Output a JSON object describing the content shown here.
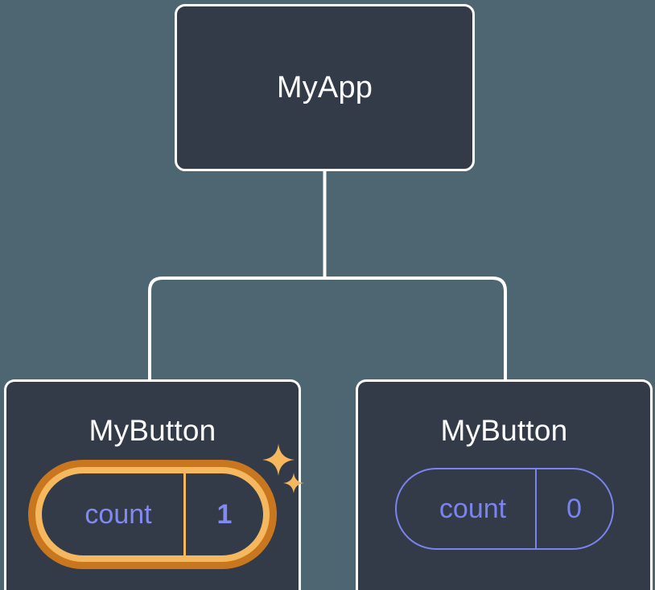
{
  "diagram": {
    "type": "component-tree",
    "background_color": "#4d6672",
    "node_fill_color": "#333b49",
    "node_border_color": "#ffffff",
    "connector_color": "#ffffff",
    "state_color": "#7b83ee",
    "highlight_outer_color": "#c8771f",
    "highlight_inner_color": "#f6b85f",
    "root": {
      "title": "MyApp"
    },
    "children": [
      {
        "title": "MyButton",
        "state_key": "count",
        "state_value": "1",
        "highlighted": true,
        "sparkle_large": "sparkle-icon",
        "sparkle_small": "sparkle-icon"
      },
      {
        "title": "MyButton",
        "state_key": "count",
        "state_value": "0",
        "highlighted": false
      }
    ]
  }
}
